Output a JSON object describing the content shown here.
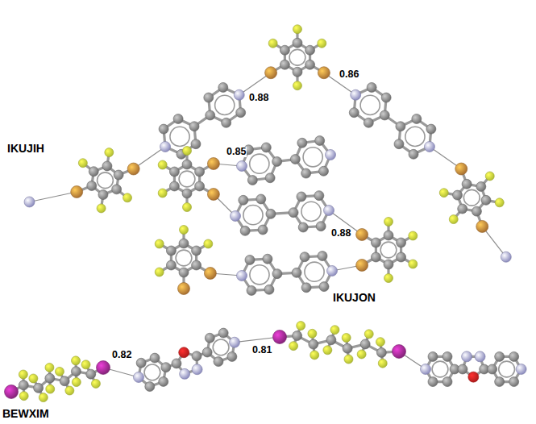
{
  "diagram": {
    "labels": [
      "0.88",
      "0.86",
      "IKUJIH",
      "0.85",
      "0.88",
      "IKUJON",
      "0.82",
      "0.81",
      "BEWXIM"
    ]
  }
}
